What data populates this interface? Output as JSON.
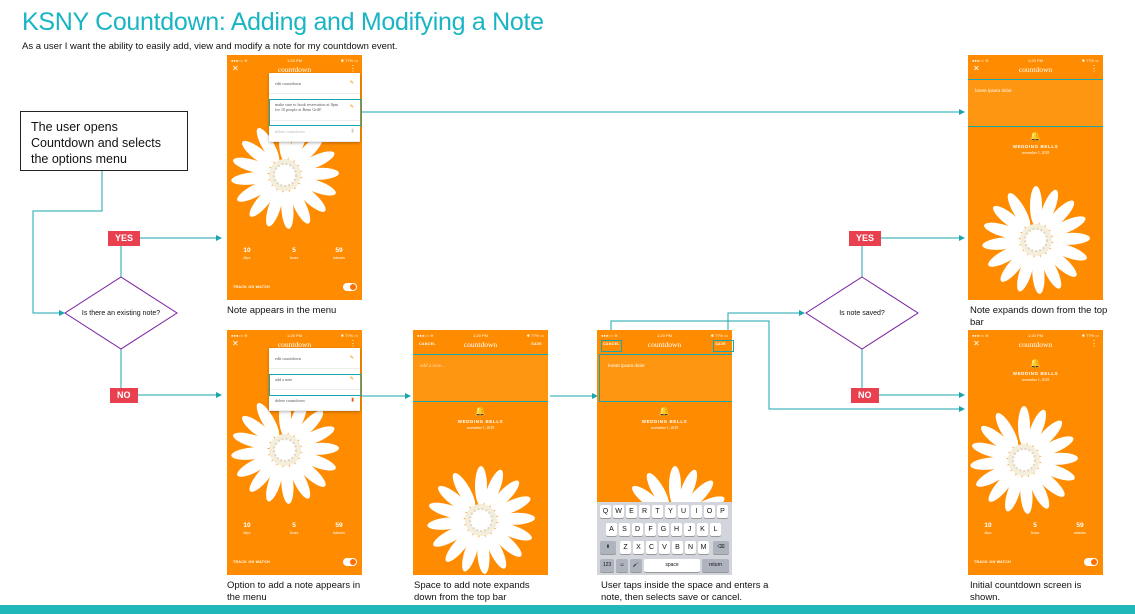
{
  "header": {
    "title": "KSNY Countdown: Adding and Modifying a Note",
    "subtitle": "As a user I want the ability to easily add, view and modify a note for my countdown event."
  },
  "start_box": {
    "text": "The user opens Countdown and selects the options menu"
  },
  "decisions": {
    "existing_note": "Is there an existing note?",
    "note_saved": "Is note saved?"
  },
  "flags": {
    "yes": "YES",
    "no": "NO"
  },
  "colors": {
    "accent": "#19b5c4",
    "screen_orange": "#ff8c00",
    "flag_red": "#e9404f",
    "decision_purple": "#7b1fa2",
    "connector": "#1aa6ad"
  },
  "phone": {
    "carrier": "●●●○○ ≋",
    "time": "1:20 PM",
    "battery": "✱ 77% ▭",
    "nav_title": "countdown",
    "cancel": "CANCEL",
    "save": "SAVE",
    "stats": [
      {
        "num": "10",
        "unit": "days"
      },
      {
        "num": "5",
        "unit": "hours"
      },
      {
        "num": "59",
        "unit": "minutes"
      }
    ],
    "track_on_watch": "TRACK ON WATCH",
    "event_title": "WEDDING BELLS",
    "event_date": "november 1, 2018",
    "note_text": "lorem ipsum dolor",
    "note_placeholder": "add a note...",
    "menu_existing": [
      "edit countdown",
      "make sure to book reservation at 8pm for 10 people at Reno Grill!",
      "delete countdown"
    ],
    "menu_new": [
      "edit countdown",
      "add a note",
      "delete countdown"
    ]
  },
  "keyboard": {
    "row1": [
      "Q",
      "W",
      "E",
      "R",
      "T",
      "Y",
      "U",
      "I",
      "O",
      "P"
    ],
    "row2": [
      "A",
      "S",
      "D",
      "F",
      "G",
      "H",
      "J",
      "K",
      "L"
    ],
    "row3": [
      "Z",
      "X",
      "C",
      "V",
      "B",
      "N",
      "M"
    ],
    "shift": "⬆",
    "delete": "⌫",
    "num": "123",
    "emoji": "☺",
    "mic": "🎤",
    "space": "space",
    "return": "return"
  },
  "captions": {
    "menu_note": "Note appears in the menu",
    "add_option": "Option to add a note appears in the menu",
    "space_expand": "Space to add note expands down from the top bar",
    "user_taps": "User taps inside the space and enters a note, then selects save or cancel.",
    "note_expands": "Note expands down from the top bar",
    "initial": "Initial countdown screen is shown."
  }
}
